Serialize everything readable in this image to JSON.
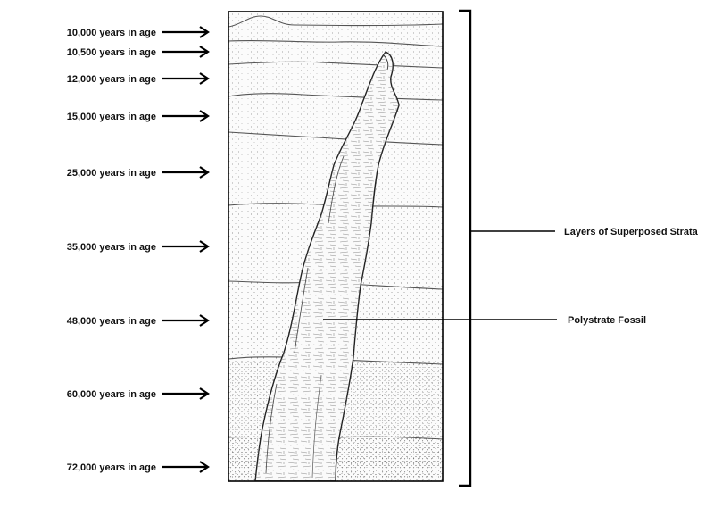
{
  "strata_ages": [
    "10,000 years in age",
    "10,500 years in age",
    "12,000 years in age",
    "15,000 years in age",
    "25,000 years in age",
    "35,000 years in age",
    "48,000 years in age",
    "60,000 years in age",
    "72,000 years in age"
  ],
  "labels": {
    "strata_bracket": "Layers of Superposed Strata",
    "fossil": "Polystrate Fossil"
  },
  "colors": {
    "ink": "#111111",
    "sediment_light": "#f4f4f4",
    "sediment_dark": "#d8d8d8",
    "fossil_fill": "#fafafa"
  }
}
